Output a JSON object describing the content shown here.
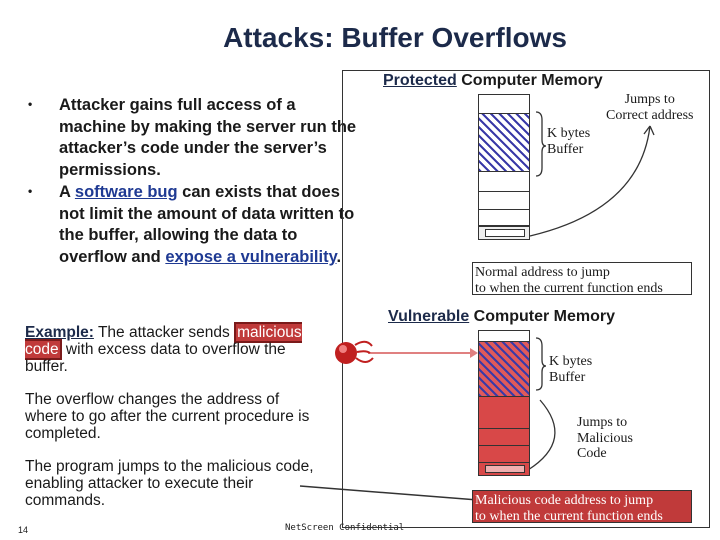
{
  "title": "Attacks: Buffer Overflows",
  "bullets": [
    {
      "text": "Attacker gains full access of a machine by making the server run the attacker’s code under the server’s permissions."
    },
    {
      "pre": "A ",
      "link1": "software bug",
      "mid": " can exists that does not limit the amount of data written to the buffer, allowing the data to overflow and ",
      "link2": "expose a vulnerability",
      "post": "."
    }
  ],
  "example": {
    "label": "Example:",
    "pre": " The attacker sends ",
    "highlight": "malicious code",
    "post": " with excess data to overflow the buffer.",
    "para2": "The overflow changes the address of where to go after the current procedure is completed.",
    "para3": "The program jumps to the malicious code, enabling attacker to execute their commands."
  },
  "footer": {
    "slide_number": "14",
    "confidential": "NetScreen Confidential"
  },
  "protected": {
    "title_underlined": "Protected",
    "title_rest": " Computer Memory",
    "buffer_label": "K bytes\nBuffer",
    "jump_label": "Jumps to\nCorrect address",
    "address_box": "Normal address to jump\nto when the current function ends"
  },
  "vulnerable": {
    "title_underlined": "Vulnerable",
    "title_rest": " Computer Memory",
    "buffer_label": "K bytes\nBuffer",
    "jump_label": "Jumps to\nMalicious\nCode",
    "address_box": "Malicious code address to jump\nto when the current function ends"
  },
  "colors": {
    "title": "#1c2a4a",
    "link": "#1f3a93",
    "malicious_red": "#c03a3a",
    "hatch_blue": "#3a3aa8"
  }
}
